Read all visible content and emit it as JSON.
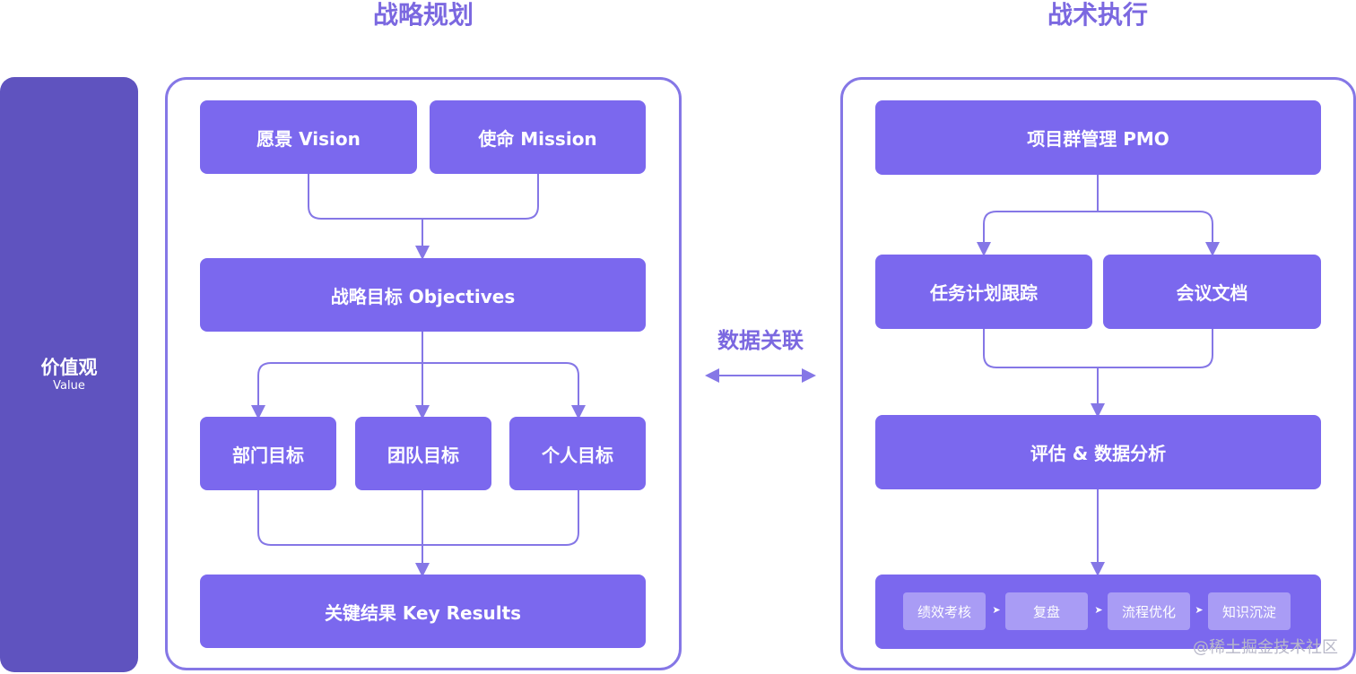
{
  "headings": {
    "strategy": "战略规划",
    "tactics": "战术执行"
  },
  "value": {
    "zh": "价值观",
    "en": "Value"
  },
  "strategy": {
    "vision": "愿景 Vision",
    "mission": "使命 Mission",
    "objectives": "战略目标 Objectives",
    "department": "部门目标",
    "team": "团队目标",
    "personal": "个人目标",
    "key_results": "关键结果 Key Results"
  },
  "link": {
    "label": "数据关联"
  },
  "tactics": {
    "pmo": "项目群管理 PMO",
    "task_tracking": "任务计划跟踪",
    "meeting_docs": "会议文档",
    "analysis": "评估 & 数据分析",
    "steps": [
      "绩效考核",
      "复盘",
      "流程优化",
      "知识沉淀"
    ]
  },
  "watermark": "@稀土掘金技术社区",
  "colors": {
    "accent": "#7b68ee",
    "value_bar": "#5f53bf",
    "line": "#8577e6",
    "chip": "#a99cf5"
  }
}
